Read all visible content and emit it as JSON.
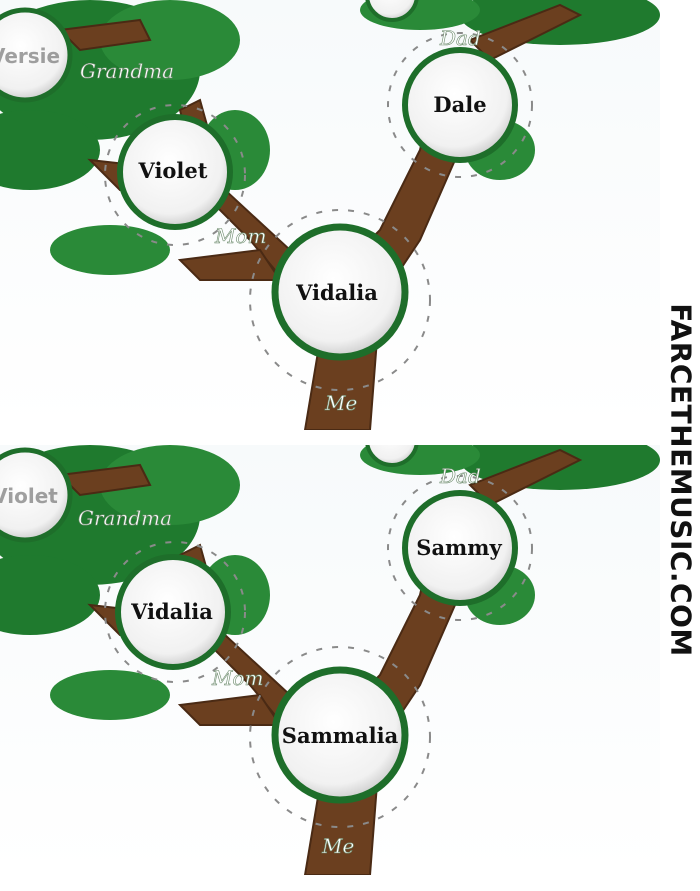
{
  "panels": [
    {
      "id": "top",
      "labels": {
        "mom_circle": "Violet",
        "dad_circle": "Dale",
        "me_circle": "Vidalia",
        "grandma_circle": "Versie",
        "grandma_script": "Grandma",
        "mom_script": "Mom",
        "dad_script": "Dad",
        "me_script": "Me"
      }
    },
    {
      "id": "bottom",
      "labels": {
        "mom_circle": "Vidalia",
        "dad_circle": "Sammy",
        "me_circle": "Sammalia",
        "grandma_circle": "Violet",
        "grandma_script": "Grandma",
        "mom_script": "Mom",
        "dad_script": "Dad",
        "me_script": "Me"
      }
    }
  ],
  "watermark": "FARCETHEMUSIC.COM",
  "colors": {
    "trunk": "#6b3f1f",
    "trunk_dark": "#4a2a14",
    "leaf": "#1f7a2e",
    "leaf_light": "#3aa445",
    "ring": "#1e6e2a",
    "swirl": "#8a8a8a"
  }
}
